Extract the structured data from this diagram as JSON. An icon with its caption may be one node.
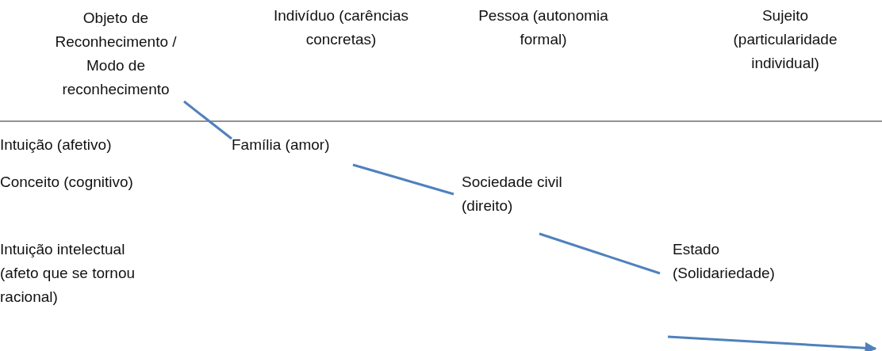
{
  "diagram": {
    "nodes": [
      {
        "text": [
          "Objeto de Reconhecimento / Modo de reconhecimento"
        ]
      },
      {
        "text": [
          "Família (amor)"
        ]
      },
      {
        "text": [
          "Sociedade civil (direito)"
        ]
      },
      {
        "text": [
          "Estado (Solidariedade)"
        ]
      }
    ],
    "edges": [
      {
        "from": 0,
        "to": 1,
        "arrow": "none"
      },
      {
        "from": 1,
        "to": 2,
        "arrow": "none"
      },
      {
        "from": 2,
        "to": 3,
        "arrow": "none"
      },
      {
        "from": 3,
        "to": null,
        "arrow": "to"
      }
    ],
    "labels": [
      "Indivíduo (carências concretas)",
      "Pessoa (autonomia formal)",
      "Sujeito (particularidade individual)",
      "Intuição (afetivo)",
      "Conceito (cognitivo)",
      "Intuição intelectual (afeto que se tornou racional)"
    ]
  }
}
